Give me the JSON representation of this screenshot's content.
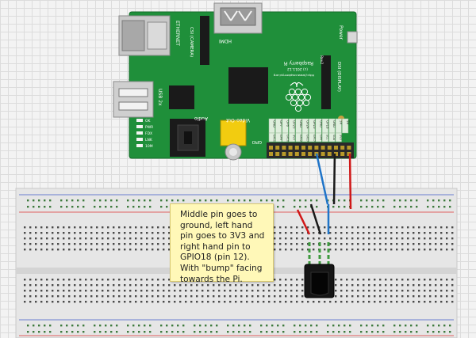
{
  "board": {
    "name_line1": "Raspberry Pi",
    "name_line2": "(c) 2011.12",
    "url": "http://www.raspberrypi.org",
    "rev": "Rev2"
  },
  "connectors": {
    "ethernet": "ETHERNET",
    "hdmi": "HDMI",
    "camera": "CSI (CAMERA)",
    "power": "Power",
    "usb": "USB 2x",
    "display": "DSI (DISPLAY)",
    "audio": "Audio",
    "video": "Video-Out",
    "gpio": "GPIO"
  },
  "leds": [
    "OK",
    "PWR",
    "FDX",
    "LNK",
    "10M"
  ],
  "gpio_labels": [
    "GND",
    "GP7",
    "GP8",
    "GP25",
    "GND",
    "GP24",
    "GP23",
    "GND",
    "GP18",
    "GND",
    "5V",
    "5V"
  ],
  "gpio_labels_bottom": [
    "GP11",
    "GP9",
    "GP10",
    "3V3",
    "GP22",
    "GP27",
    "GP17",
    "GP4",
    "SCL",
    "SDA",
    "3V3"
  ],
  "note": {
    "text": "Middle pin goes to ground, left hand pin goes to 3V3 and right hand pin to GPIO18 (pin 12). With \"bump\" facing towards the Pi."
  },
  "wire_colors": {
    "red": "#d01818",
    "black": "#1a1a1a",
    "blue": "#1f74c8",
    "green": "#3f9a3f"
  },
  "colors": {
    "pcb": "#1f8f3a",
    "pcb_dark": "#177330",
    "breadboard": "#e6e6e6",
    "rail_red": "#e06060",
    "rail_blue": "#6a7fd0"
  }
}
